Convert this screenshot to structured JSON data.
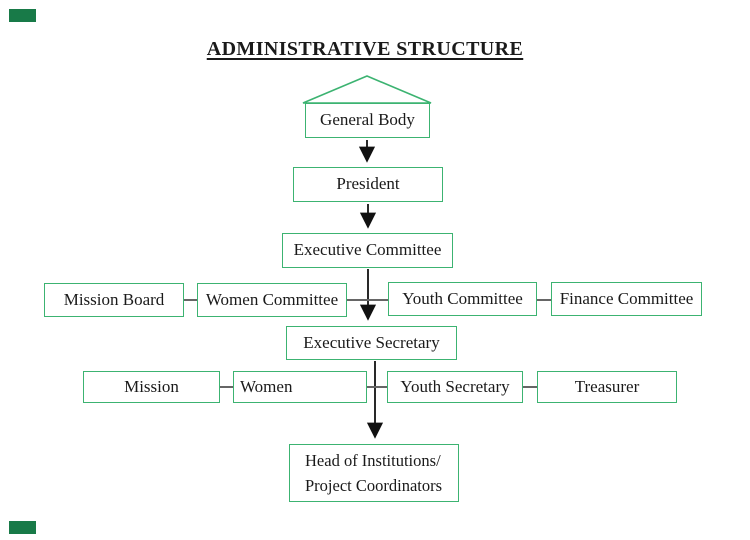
{
  "title": "ADMINISTRATIVE STRUCTURE",
  "nodes": {
    "general_body": {
      "label": "General Body"
    },
    "president": {
      "label": "President"
    },
    "executive_committee": {
      "label": "Executive Committee"
    },
    "mission_board": {
      "label": "Mission Board"
    },
    "women_committee": {
      "label": "Women Committee"
    },
    "youth_committee": {
      "label": "Youth Committee"
    },
    "finance_committee": {
      "label": "Finance Committee"
    },
    "executive_secretary": {
      "label": "Executive Secretary"
    },
    "mission": {
      "label": "Mission"
    },
    "women": {
      "label": "Women"
    },
    "youth_secretary": {
      "label": "Youth Secretary"
    },
    "treasurer": {
      "label": "Treasurer"
    },
    "head_of_institutions": {
      "line1": "Head of Institutions/",
      "line2": "Project Coordinators"
    }
  },
  "colors": {
    "box_border": "#3cb371",
    "arrow": "#111111",
    "connector": "#666666",
    "corner_mark": "#187a48",
    "text": "#1a1a1a"
  }
}
